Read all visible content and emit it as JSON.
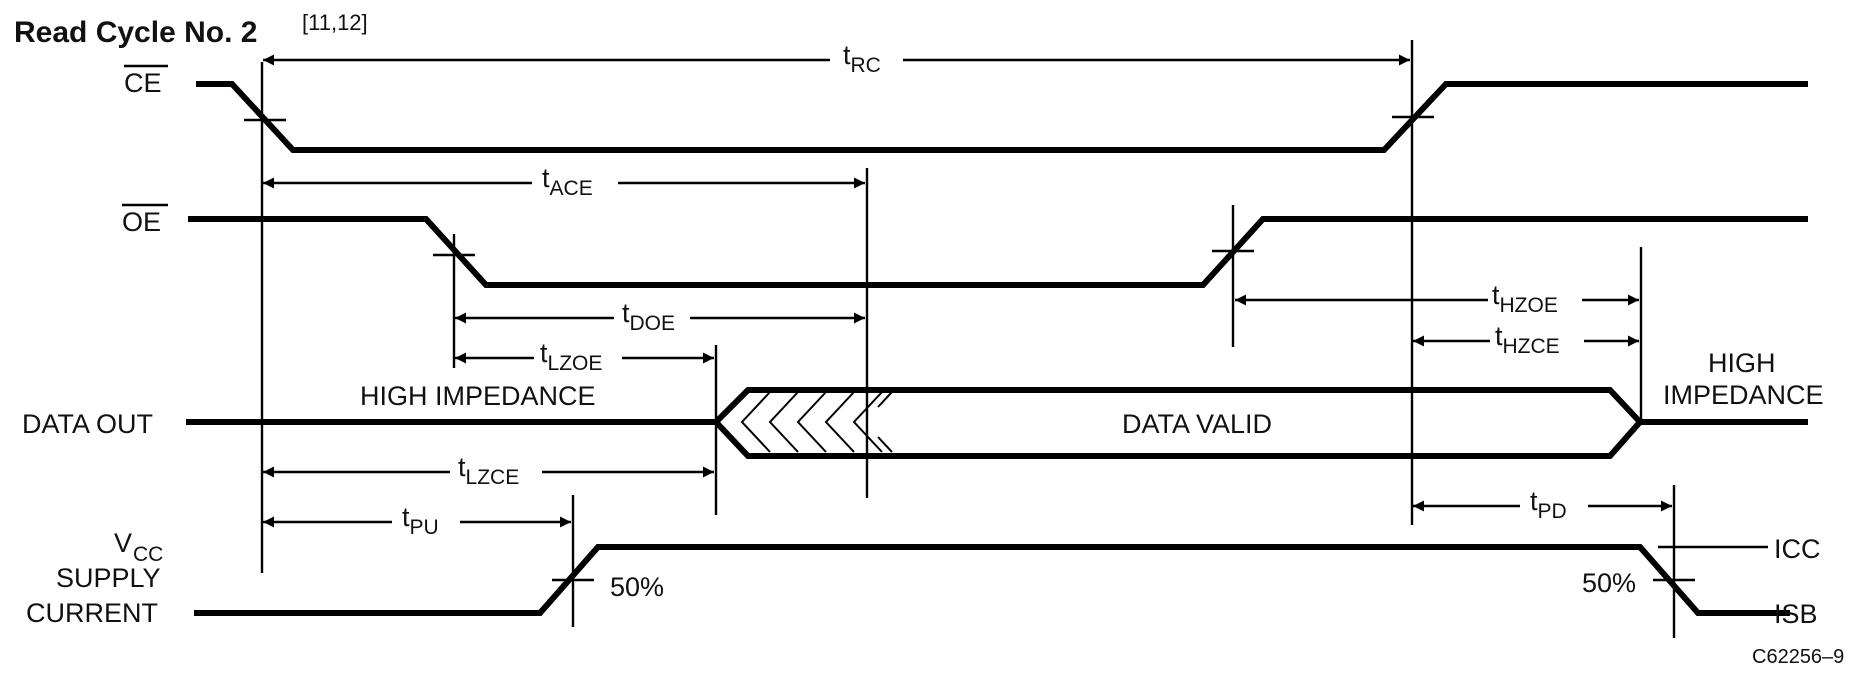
{
  "title": "Read Cycle No. 2",
  "title_ref": "[11,12]",
  "figure_id": "C62256–9",
  "signals": {
    "ce": "CE",
    "oe": "OE",
    "data_out": "DATA OUT",
    "vcc_supply": [
      "V",
      "CC",
      "SUPPLY",
      "CURRENT"
    ]
  },
  "states": {
    "high_impedance": "HIGH IMPEDANCE",
    "data_valid": "DATA VALID",
    "high_impedance_right": [
      "HIGH",
      "IMPEDANCE"
    ]
  },
  "timings": [
    {
      "id": "trc",
      "t": "t",
      "sub": "RC"
    },
    {
      "id": "tace",
      "t": "t",
      "sub": "ACE"
    },
    {
      "id": "tdoe",
      "t": "t",
      "sub": "DOE"
    },
    {
      "id": "tlzoe",
      "t": "t",
      "sub": "LZOE"
    },
    {
      "id": "thzoe",
      "t": "t",
      "sub": "HZOE"
    },
    {
      "id": "thzce",
      "t": "t",
      "sub": "HZCE"
    },
    {
      "id": "tlzce",
      "t": "t",
      "sub": "LZCE"
    },
    {
      "id": "tpu",
      "t": "t",
      "sub": "PU"
    },
    {
      "id": "tpd",
      "t": "t",
      "sub": "PD"
    }
  ],
  "percent_labels": {
    "left": "50%",
    "right": "50%"
  },
  "current_levels": {
    "icc": "ICC",
    "isb": "ISB"
  }
}
